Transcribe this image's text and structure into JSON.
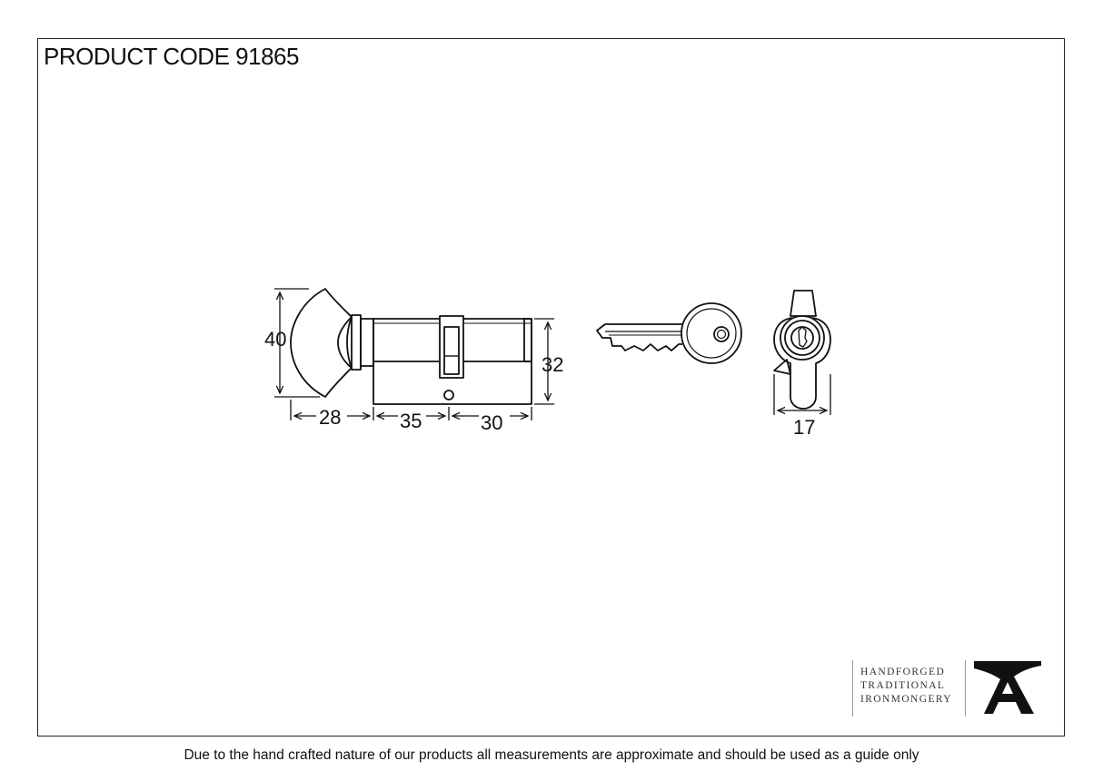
{
  "header": {
    "product_code": "PRODUCT CODE 91865"
  },
  "dimensions": {
    "height_thumbturn": "40",
    "height_body": "32",
    "length_thumbturn": "28",
    "length_middle": "35",
    "length_key_side": "30",
    "width_end": "17"
  },
  "brand": {
    "line1": "HANDFORGED",
    "line2": "TRADITIONAL",
    "line3": "IRONMONGERY",
    "logo_icon": "anvil-a-icon"
  },
  "footer": {
    "disclaimer": "Due to the hand crafted nature of our products all measurements are approximate and should be used as a guide only"
  }
}
